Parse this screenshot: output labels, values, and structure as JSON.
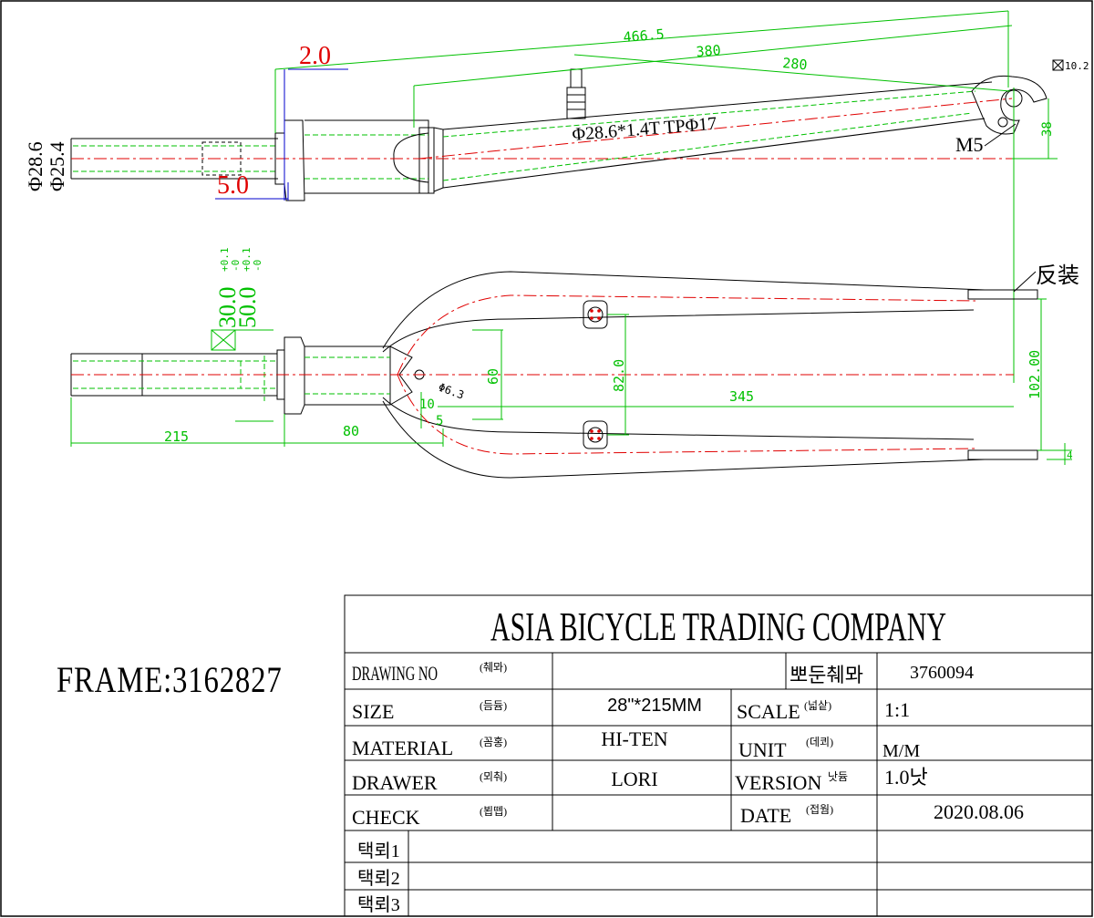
{
  "frame_label": "FRAME:3162827",
  "colors": {
    "outline": "#000000",
    "dimension": "#00c000",
    "centerline": "#e00000",
    "callout": "#0000cc"
  },
  "top_view": {
    "dimensions": {
      "d_466_5": "466.5",
      "d_380": "380",
      "d_280": "280",
      "d_2_0": "2.0",
      "d_5_0": "5.0",
      "d_38": "38",
      "d_10_2": "10.2",
      "d_phi_28_6": "Φ28.6",
      "d_phi_25_4": "Φ25.4"
    },
    "notes": {
      "tube_spec": "Φ28.6*1.4T TPΦ17",
      "thread": "M5"
    }
  },
  "front_view": {
    "dimensions": {
      "d_30": "30.0",
      "d_30_tol_upper": "+0.1",
      "d_30_tol_lower": "-0",
      "d_50": "50.0",
      "d_50_tol_upper": "+0.1",
      "d_50_tol_lower": "-0",
      "d_215": "215",
      "d_80": "80",
      "d_60": "60",
      "d_82": "82.0",
      "d_345": "345",
      "d_102": "102.00",
      "d_10": "10",
      "d_5": "5",
      "d_phi_6_3": "Φ6.3",
      "d_4": "4"
    },
    "notes": {
      "reverse_mount": "反装"
    }
  },
  "title_block": {
    "company": "ASIA BICYCLE TRADING COMPANY",
    "rows": [
      {
        "label": "DRAWING NO",
        "sub": "(췌뫄)",
        "value": "",
        "label2": "뽀둔췌뫄",
        "sub2": "",
        "value2": "3760094"
      },
      {
        "label": "SIZE",
        "sub": "(듬듐)",
        "value": "28\"*215MM",
        "label2": "SCALE",
        "sub2": "(넓샅)",
        "value2": "1:1"
      },
      {
        "label": "MATERIAL",
        "sub": "(꼼홍)",
        "value": "HI-TEN",
        "label2": "UNIT",
        "sub2": "(데쾨)",
        "value2": "M/M"
      },
      {
        "label": "DRAWER",
        "sub": "(뫼춰)",
        "value": "LORI",
        "label2": "VERSION",
        "sub2": "낫듐",
        "value2": "1.0낫"
      },
      {
        "label": "CHECK",
        "sub": "(뵙뗍)",
        "value": "",
        "label2": "DATE",
        "sub2": "(접웜)",
        "value2": "2020.08.06"
      }
    ],
    "revisions": [
      "택뢰1",
      "택뢰2",
      "택뢰3"
    ]
  }
}
